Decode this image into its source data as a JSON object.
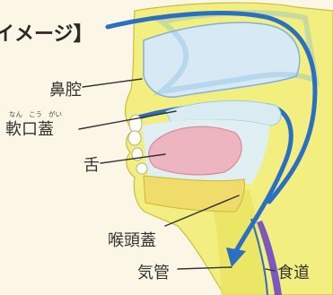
{
  "title": "イメージ】",
  "labels": {
    "nasal_cavity": "鼻腔",
    "soft_palate": "軟口蓋",
    "soft_palate_ruby_1": "なん",
    "soft_palate_ruby_2": "こう",
    "soft_palate_ruby_3": "がい",
    "tongue": "舌",
    "epiglottis": "喉頭蓋",
    "trachea": "気管",
    "esophagus": "食道"
  }
}
